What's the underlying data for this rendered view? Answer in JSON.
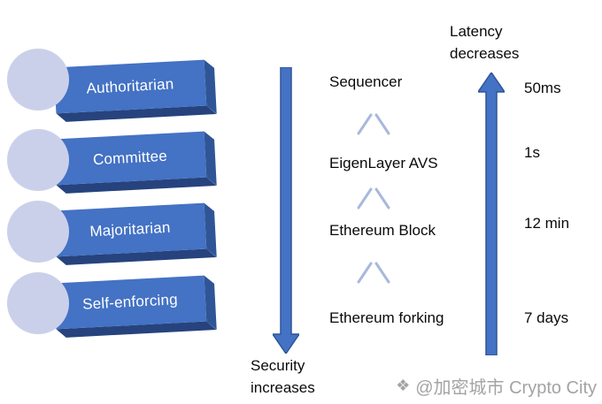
{
  "colors": {
    "banner_blue": "#4472C4",
    "banner_side": "#2F5597",
    "banner_bottom": "#26437E",
    "circle_fill": "#CBD0EA",
    "arrow_fill": "#4472C4",
    "arrow_stroke": "#2F5597",
    "chevron": "#A9B8DC",
    "text": "#0A0A0A",
    "watermark": "#A3A3A3"
  },
  "left_list": {
    "items": [
      {
        "label": "Authoritarian"
      },
      {
        "label": "Committee"
      },
      {
        "label": "Majoritarian"
      },
      {
        "label": "Self-enforcing"
      }
    ]
  },
  "security_axis": {
    "line1": "Security",
    "line2": "increases"
  },
  "latency_axis": {
    "line1": "Latency",
    "line2": "decreases"
  },
  "mechanisms": [
    {
      "label": "Sequencer",
      "latency": "50ms"
    },
    {
      "label": "EigenLayer AVS",
      "latency": "1s"
    },
    {
      "label": "Ethereum Block",
      "latency": "12 min"
    },
    {
      "label": "Ethereum forking",
      "latency": "7 days"
    }
  ],
  "watermark": {
    "icon": "❖",
    "text": "@加密城市 Crypto City"
  }
}
